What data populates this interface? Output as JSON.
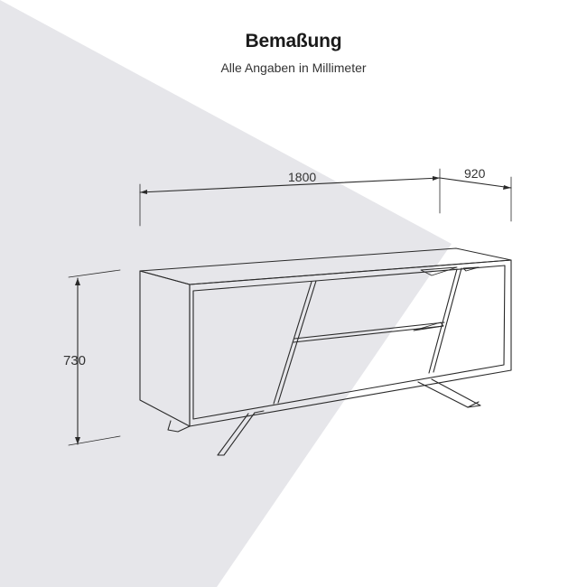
{
  "header": {
    "title": "Bemaßung",
    "subtitle": "Alle Angaben in Millimeter"
  },
  "dimensions": {
    "width": "1800",
    "depth": "920",
    "height": "730"
  },
  "colors": {
    "background": "#ffffff",
    "light_shape": "#e6e6ea",
    "line": "#2a2a2a"
  }
}
